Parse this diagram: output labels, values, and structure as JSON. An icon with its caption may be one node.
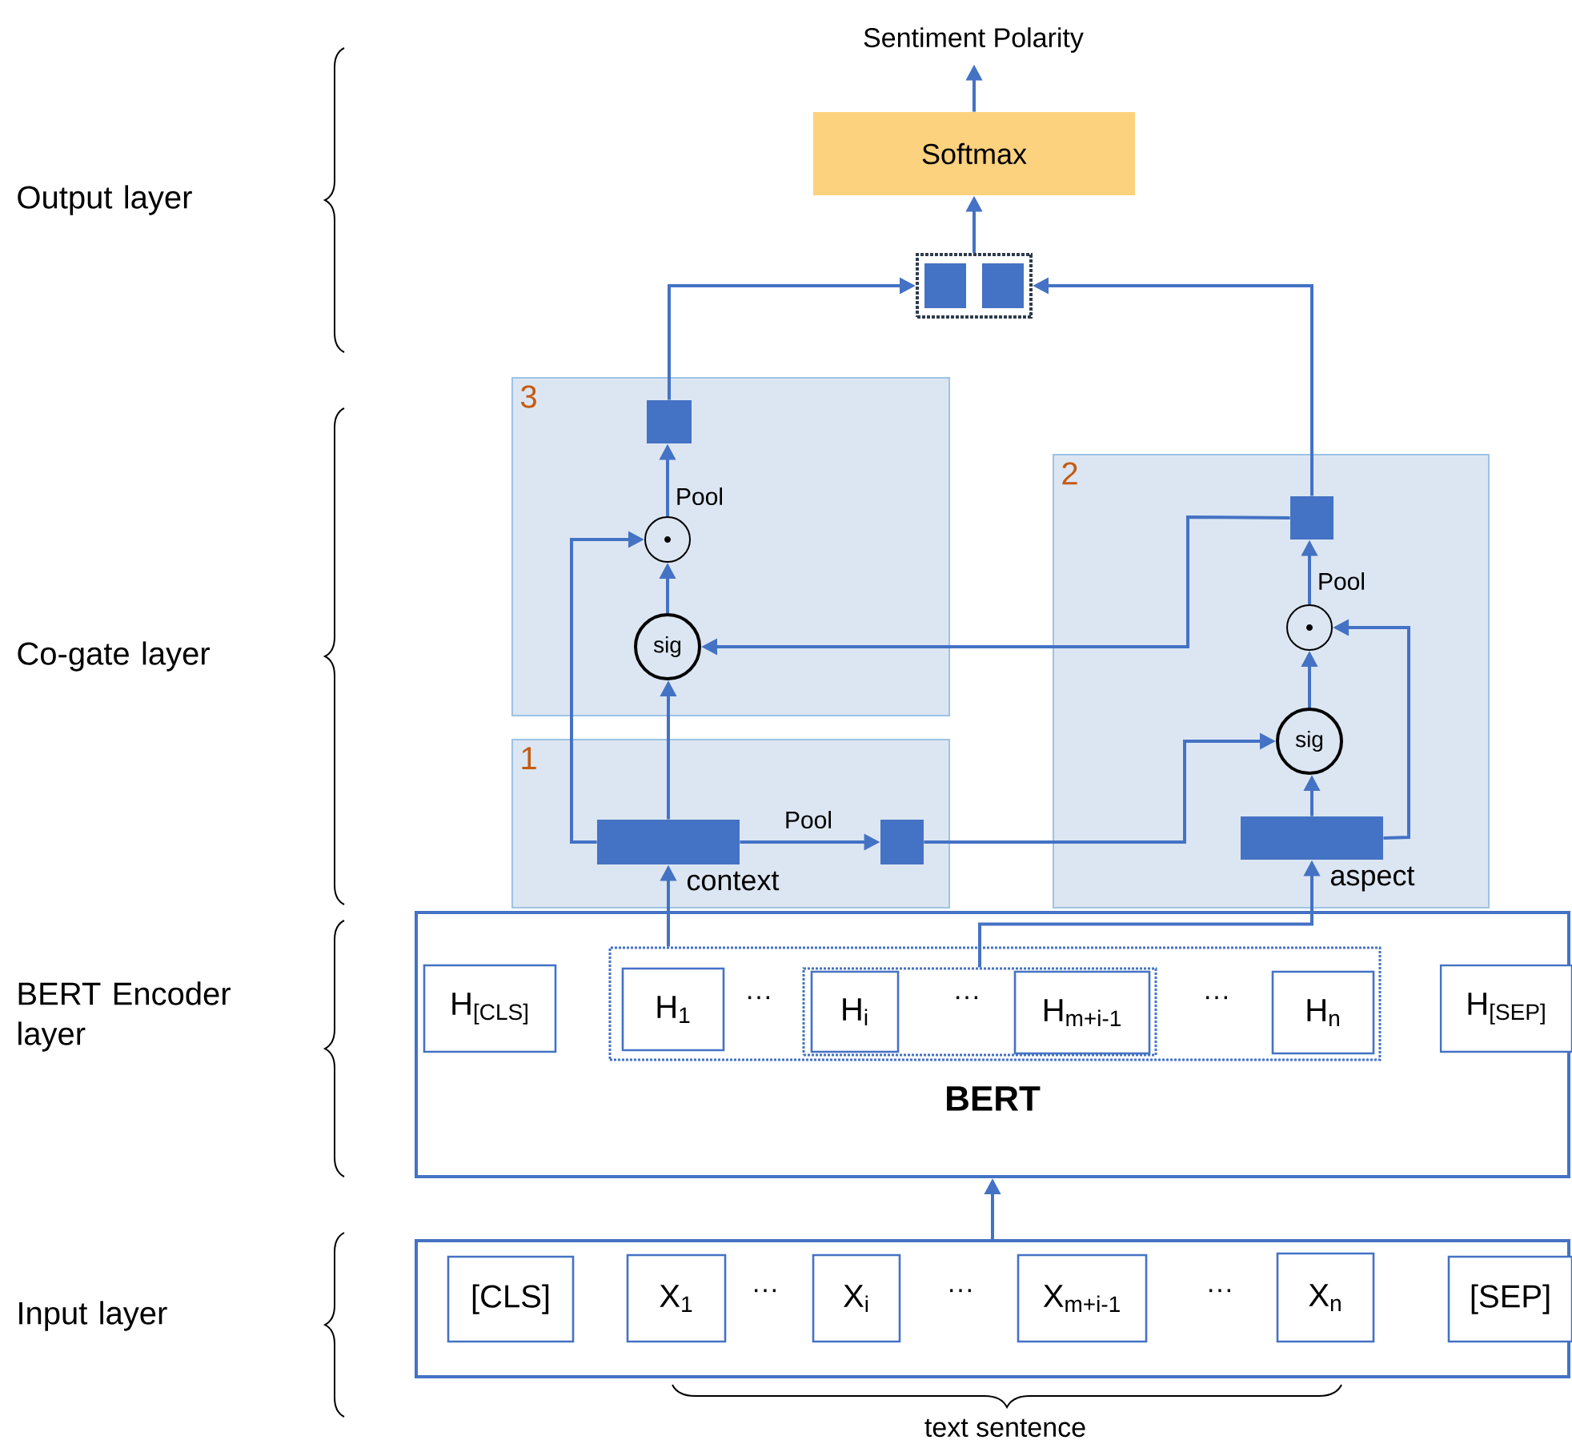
{
  "diagram": {
    "nodes": [
      {
        "text": [
          "Sentiment Polarity"
        ]
      },
      {
        "text": [
          "Softmax"
        ]
      },
      {
        "text": [],
        "shape": "box"
      },
      {
        "text": [
          "3"
        ]
      },
      {
        "text": [
          "1"
        ]
      },
      {
        "text": [
          "2"
        ]
      },
      {
        "text": [],
        "shape": "box",
        "in": 3
      },
      {
        "text": [],
        "shape": "circle",
        "in": 3
      },
      {
        "text": [
          "sig"
        ],
        "in": 3
      },
      {
        "text": [],
        "shape": "bar",
        "in": 4,
        "beside": [
          "context"
        ]
      },
      {
        "text": [],
        "shape": "box",
        "in": 4
      },
      {
        "text": [],
        "shape": "box",
        "in": 5
      },
      {
        "text": [],
        "shape": "circle",
        "in": 5
      },
      {
        "text": [
          "sig"
        ],
        "in": 5
      },
      {
        "text": [],
        "shape": "bar",
        "in": 5,
        "beside": [
          "aspect"
        ]
      },
      {
        "text": [
          "BERT"
        ]
      },
      {
        "text": [
          "H$_{[CLS]}$"
        ],
        "in": 15
      },
      {
        "text": [],
        "shape": "box",
        "in": 15
      },
      {
        "text": [
          "H$_{1}$"
        ],
        "in": 17
      },
      {
        "text": [],
        "shape": "box",
        "in": 17
      },
      {
        "text": [
          "H$_{i}$"
        ],
        "in": 19
      },
      {
        "text": [
          "H$_{m+i-1}$"
        ],
        "in": 19
      },
      {
        "text": [
          "H$_{n}$"
        ],
        "in": 17
      },
      {
        "text": [
          "H$_{[SEP]}$"
        ],
        "in": 15
      },
      {
        "text": [],
        "shape": "box"
      },
      {
        "text": [
          "[CLS]"
        ],
        "in": 24
      },
      {
        "text": [
          "X$_{1}$"
        ],
        "in": 24
      },
      {
        "text": [
          "X$_{i}$"
        ],
        "in": 24
      },
      {
        "text": [
          "X$_{m+i-1}$"
        ],
        "in": 24
      },
      {
        "text": [
          "X$_{n}$"
        ],
        "in": 24
      },
      {
        "text": [
          "[SEP]"
        ],
        "in": 24
      }
    ],
    "edges": [
      {
        "from": 1,
        "to": 0,
        "arrow": "to"
      },
      {
        "from": 2,
        "to": 1,
        "arrow": "to"
      },
      {
        "from": 6,
        "to": 2,
        "arrow": "to"
      },
      {
        "from": 11,
        "to": 2,
        "arrow": "to"
      },
      {
        "from": 7,
        "to": 6,
        "arrow": "to",
        "label": "Pool"
      },
      {
        "from": 8,
        "to": 7,
        "arrow": "to"
      },
      {
        "from": 9,
        "to": 8,
        "arrow": "to"
      },
      {
        "from": 9,
        "to": 7,
        "arrow": "to"
      },
      {
        "from": 9,
        "to": 10,
        "arrow": "to",
        "label": "Pool"
      },
      {
        "from": 10,
        "to": 13,
        "arrow": "to"
      },
      {
        "from": 11,
        "to": 8,
        "arrow": "to"
      },
      {
        "from": 13,
        "to": 12,
        "arrow": "to"
      },
      {
        "from": 14,
        "to": 13,
        "arrow": "to"
      },
      {
        "from": 14,
        "to": 12,
        "arrow": "to"
      },
      {
        "from": 12,
        "to": 11,
        "arrow": "to",
        "label": "Pool"
      },
      {
        "from": 17,
        "to": 9,
        "arrow": "to"
      },
      {
        "from": 19,
        "to": 14,
        "arrow": "to"
      },
      {
        "from": 24,
        "to": 15,
        "arrow": "to"
      }
    ],
    "labels": [
      "Output layer",
      "Co-gate layer",
      "BERT Encoder layer",
      "···",
      "···",
      "···",
      "Input layer",
      "···",
      "···",
      "···",
      "text sentence"
    ]
  }
}
